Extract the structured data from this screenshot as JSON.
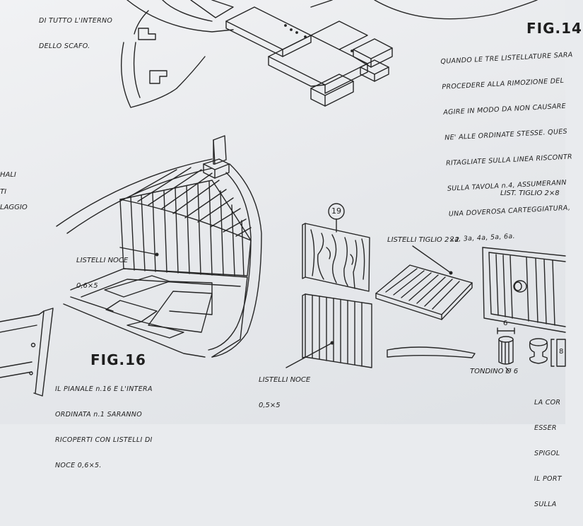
{
  "top_left_note": [
    "DI TUTTO L'INTERNO",
    "DELLO SCAFO."
  ],
  "fig14": {
    "title": "FIG.14",
    "note": [
      "QUANDO LE TRE LISTELLATURE SARA",
      "PROCEDERE ALLA RIMOZIONE DEL",
      "AGIRE IN MODO DA NON CAUSARE",
      "NE' ALLE ORDINATE STESSE. QUES",
      "RITAGLIATE SULLA LINEA RISCONTR",
      "SULLA TAVOLA n.4, ASSUMERANN",
      "UNA DOVEROSA CARTEGGIATURA,",
      "2a, 3a, 4a, 5a, 6a."
    ]
  },
  "left_fragments": [
    "HALI",
    "TI",
    "LAGGIO"
  ],
  "fig16": {
    "title": "FIG.16",
    "label_listelli": [
      "LISTELLI NOCE",
      "0,6×5"
    ],
    "note": [
      "IL PIANALE n.16 E L'INTERA",
      "ORDINATA n.1 SARANNO",
      "RICOPERTI CON LISTELLI DI",
      "NOCE 0,6×5."
    ]
  },
  "parts": {
    "part_number": "19",
    "listelli_tiglio": "LISTELLI TIGLIO 2×2",
    "listelli_noce": [
      "LISTELLI NOCE",
      "0,5×5"
    ],
    "list_tiglio_right": "LIST. TIGLIO 2×8",
    "tondino": "TONDINO Ø 6",
    "dim_6": "6",
    "dim_8": "8"
  },
  "bottom_right_note": [
    "LA COR",
    "ESSER",
    "SPIGOL",
    "IL PORT",
    "SULLA"
  ]
}
